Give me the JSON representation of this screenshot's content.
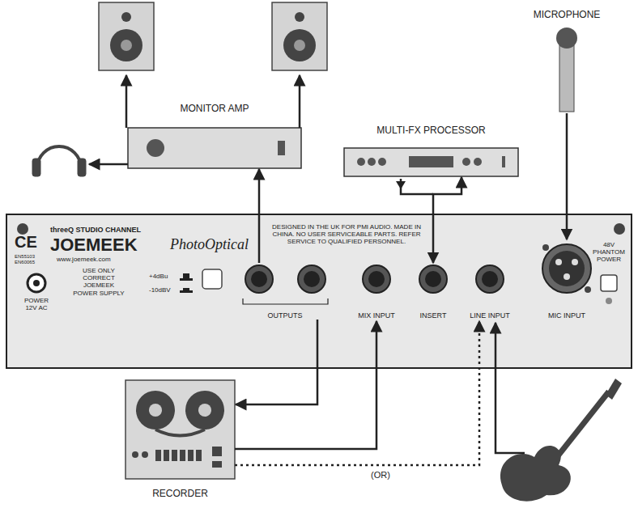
{
  "diagram": {
    "nodes": [
      {
        "text": [
          "MONITOR AMP"
        ]
      },
      {
        "text": [
          "MULTI-FX PROCESSOR"
        ]
      },
      {
        "text": [
          "MICROPHONE"
        ]
      },
      {
        "text": [
          "threeQ STUDIO CHANNEL",
          "JOEMEEK",
          "www.joemeek.com",
          "PhotoOptical",
          "DESIGNED IN THE UK FOR PMI AUDIO. MADE IN CHINA. NO USER SERVICEABLE PARTS. REFER SERVICE TO QUALIFIED PERSONNEL."
        ]
      },
      {
        "text": [
          "OUTPUTS"
        ],
        "in": 3
      },
      {
        "text": [
          "MIX INPUT"
        ],
        "in": 3
      },
      {
        "text": [
          "INSERT"
        ],
        "in": 3
      },
      {
        "text": [
          "LINE INPUT"
        ],
        "in": 3
      },
      {
        "text": [
          "MIC INPUT"
        ],
        "in": 3
      },
      {
        "text": [
          "RECORDER"
        ]
      }
    ],
    "edges": [
      {
        "from": 4,
        "to": 0,
        "arrow": "to"
      },
      {
        "from": 1,
        "to": 6,
        "arrow": "both"
      },
      {
        "from": 2,
        "to": 8,
        "arrow": "to"
      },
      {
        "from": 4,
        "to": 9,
        "arrow": "to"
      },
      {
        "from": 9,
        "to": 5,
        "arrow": "to"
      },
      {
        "from": 9,
        "to": 7,
        "label": "(OR)",
        "arrow": "to"
      }
    ],
    "labels": [
      "CE",
      "EN55103",
      "EN60065",
      "POWER 12V AC",
      "USE ONLY CORRECT JOEMEEK POWER SUPPLY",
      "+4dBu",
      "-10dBV",
      "48V PHANTOM POWER"
    ]
  }
}
